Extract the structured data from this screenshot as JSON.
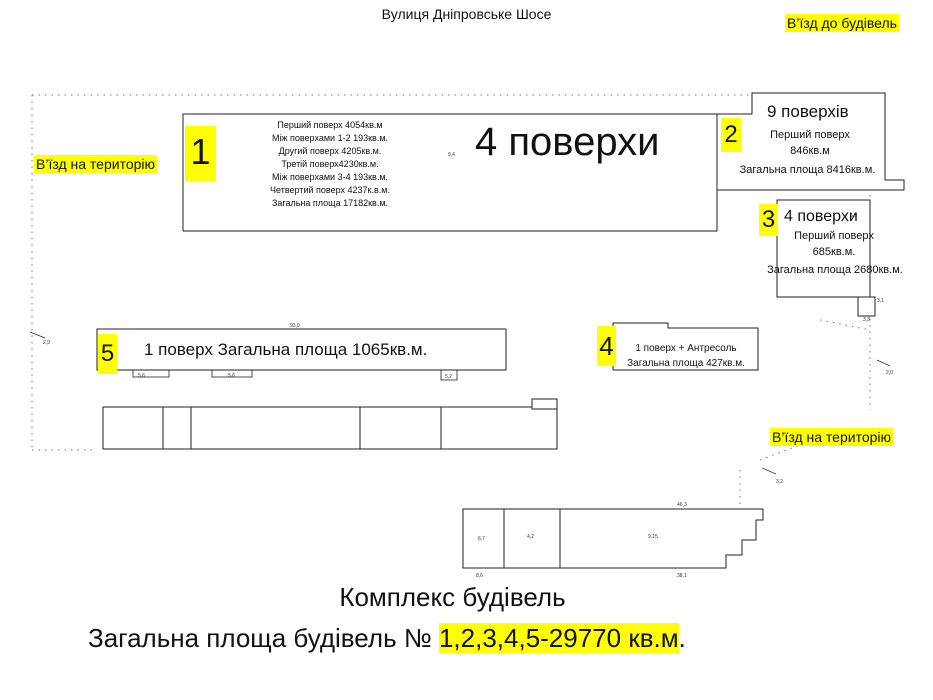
{
  "street": "Вулиця Дніпровське Шосе",
  "entrance_buildings": "В’їзд до будівель",
  "entrance_territory_left": "В’їзд на територію",
  "entrance_territory_right": "В’їзд на територію",
  "buildings": {
    "b1": {
      "number": "1",
      "floors": "4 поверхи",
      "lines": [
        "Перший поверх 4054кв.м",
        "Між поверхами 1-2 193кв.м.",
        "Другий поверх 4205кв.м.",
        "Третій поверх4230кв.м.",
        "Між поверхами 3-4  193кв.м.",
        "Четвертий поверх 4237к.в.м.",
        "Загальна площа 17182кв.м."
      ]
    },
    "b2": {
      "number": "2",
      "floors": "9 поверхів",
      "line1": "Перший поверх",
      "line2": "846кв.м",
      "total": "Загальна площа  8416кв.м."
    },
    "b3": {
      "number": "3",
      "floors": "4 поверхи",
      "line1": "Перший поверх",
      "line2": "685кв.м.",
      "total": "Загальна площа  2680кв.м."
    },
    "b4": {
      "number": "4",
      "line1": "1 поверх + Антресоль",
      "line2": "Загальна площа 427кв.м."
    },
    "b5": {
      "number": "5",
      "text": "1 поверх   Загальна площа 1065кв.м."
    }
  },
  "footer": {
    "line1": "Комплекс будівель",
    "line2_prefix": "Загальна площа будівель № ",
    "line2_highlight": "1,2,3,4,5-29770 кв.м",
    "line2_suffix": "."
  },
  "colors": {
    "highlight": "#ffff00",
    "line": "#222222"
  }
}
